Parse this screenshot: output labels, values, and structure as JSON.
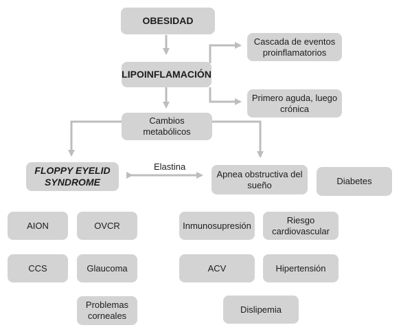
{
  "colors": {
    "box_fill": "#d3d3d3",
    "arrow": "#bdbdbd",
    "text": "#1c1c1c"
  },
  "nodes": {
    "obesidad": "OBESIDAD",
    "lipoinflamacion": "LIPOINFLAMACIÓN",
    "cascada": "Cascada de eventos proinflamatorios",
    "primero_aguda": "Primero aguda, luego crónica",
    "cambios": "Cambios metabólicos",
    "floppy": "FLOPPY EYELID SYNDROME",
    "apnea": "Apnea obstructiva del sueño",
    "diabetes": "Diabetes",
    "aion": "AION",
    "ovcr": "OVCR",
    "ccs": "CCS",
    "glaucoma": "Glaucoma",
    "problemas": "Problemas corneales",
    "inmuno": "Inmunosupresión",
    "riesgo": "Riesgo cardiovascular",
    "acv": "ACV",
    "hipertension": "Hipertensión",
    "dislipemia": "Dislipemia"
  },
  "edge_labels": {
    "elastina": "Elastina"
  }
}
